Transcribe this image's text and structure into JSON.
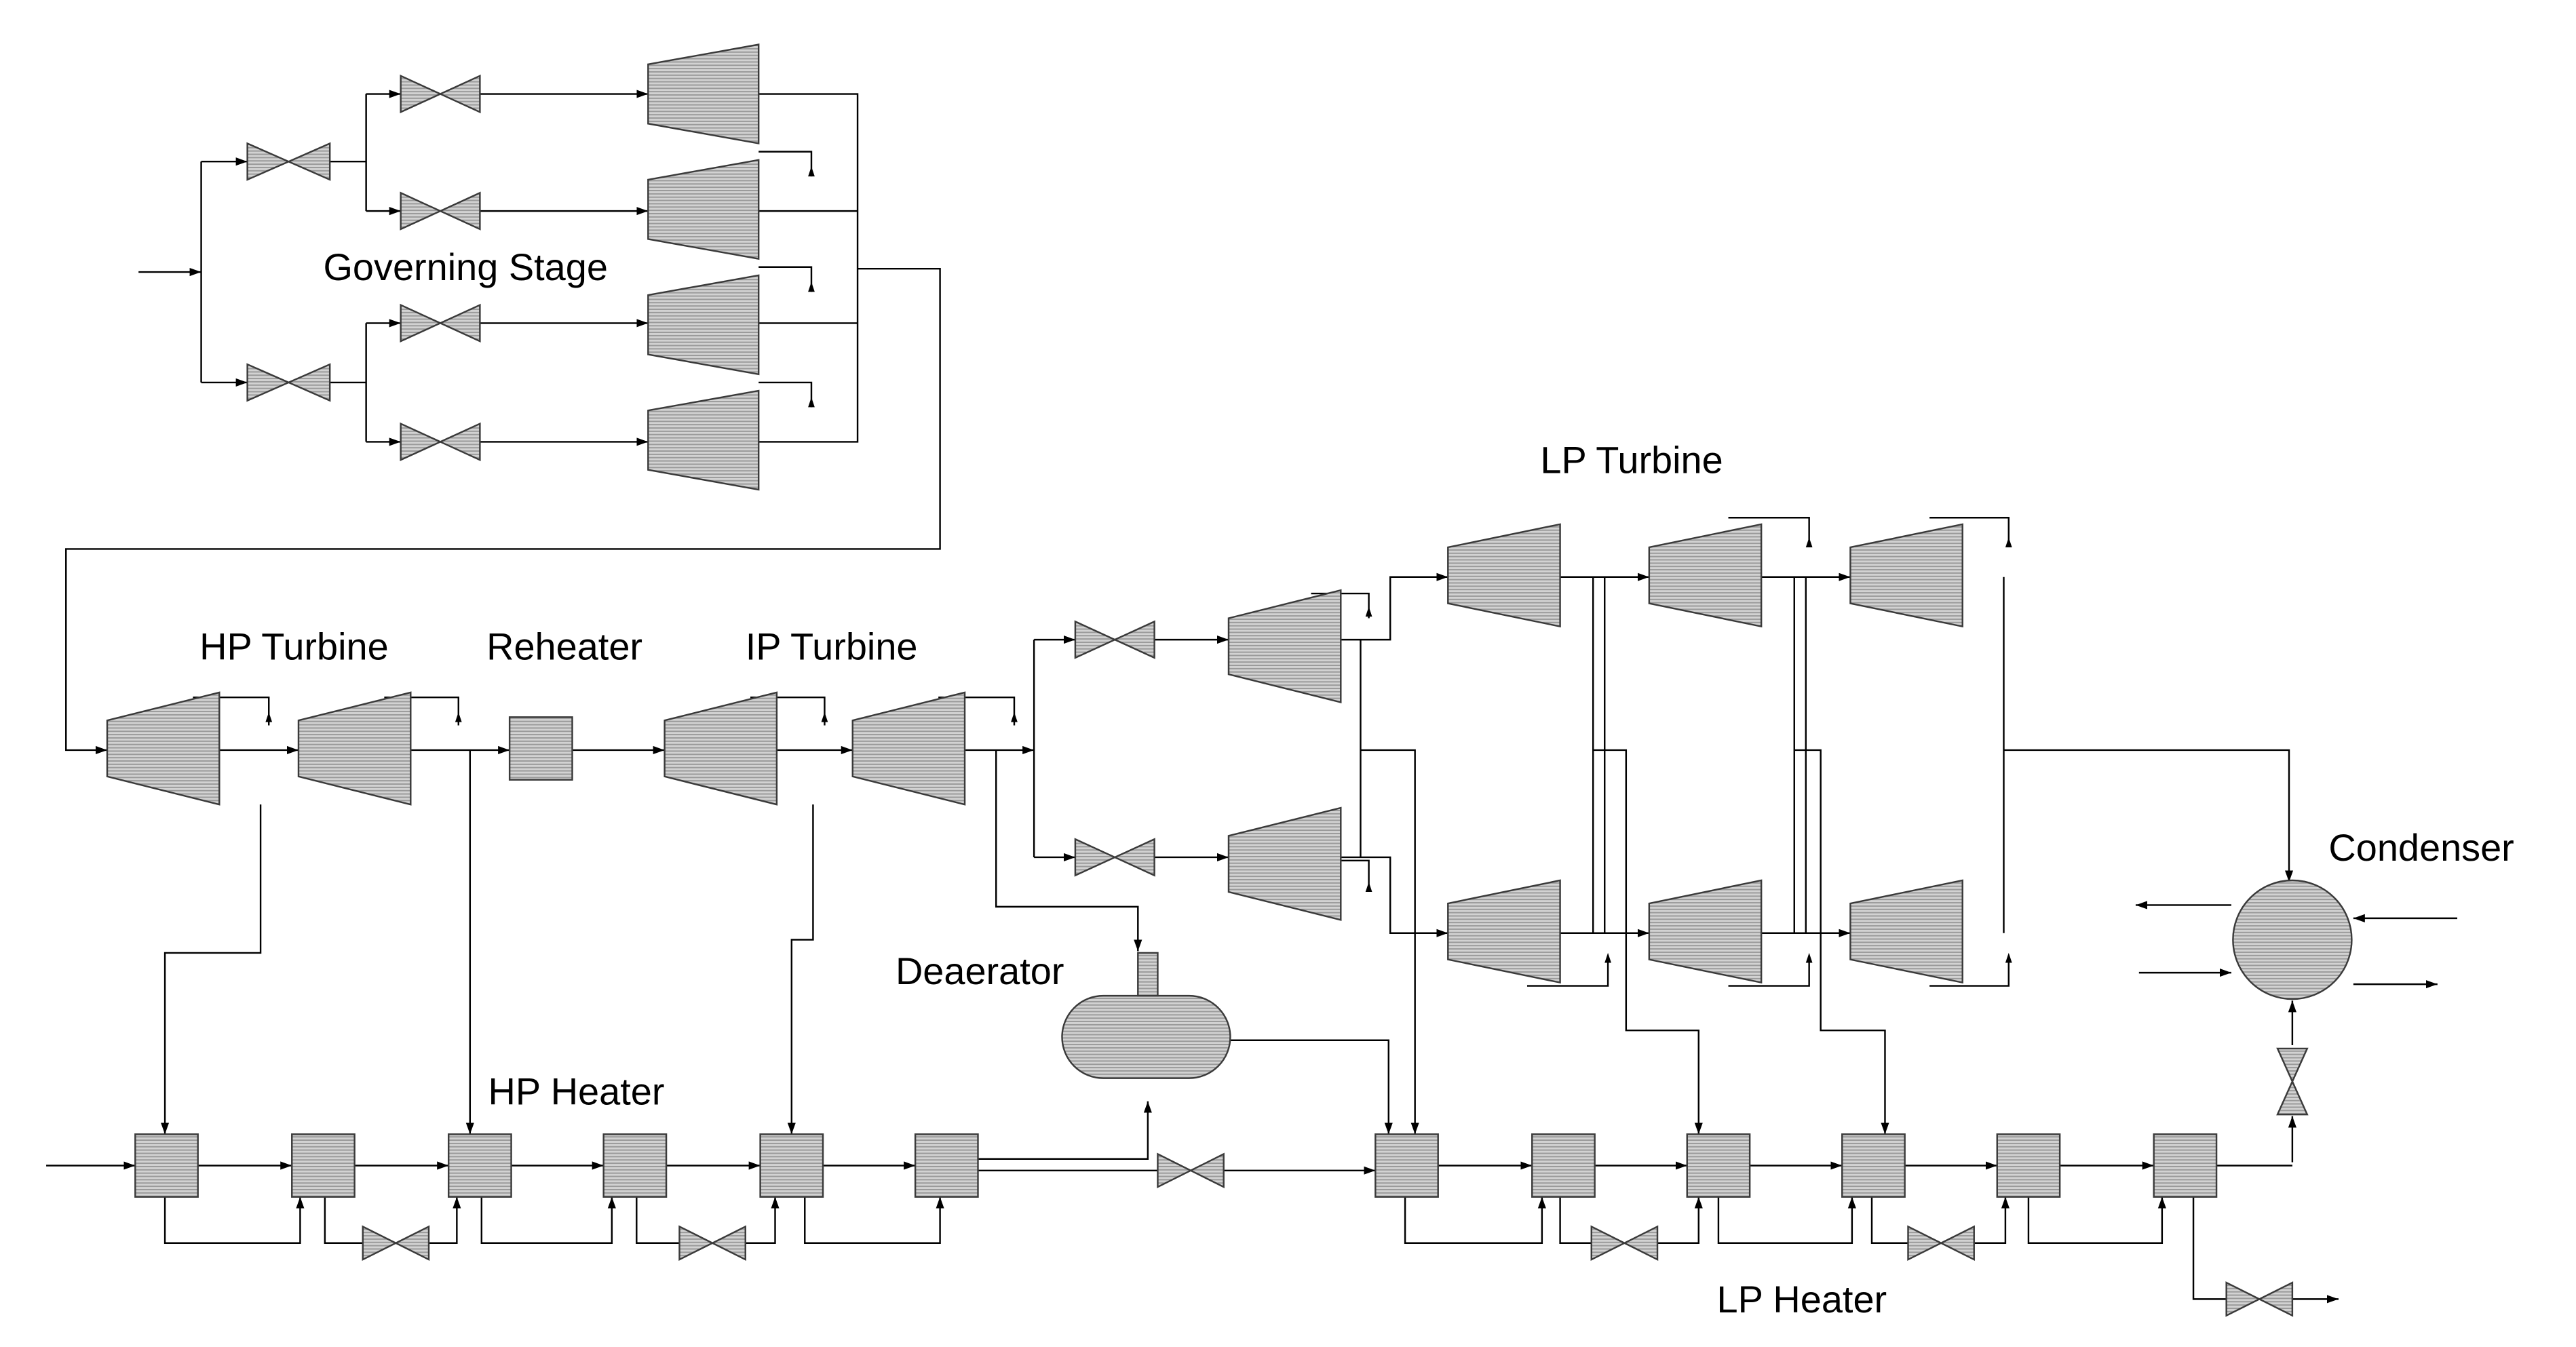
{
  "labels": {
    "governing_stage": "Governing Stage",
    "hp_turbine": "HP Turbine",
    "reheater": "Reheater",
    "ip_turbine": "IP Turbine",
    "lp_turbine": "LP Turbine",
    "condenser": "Condenser",
    "deaerator": "Deaerator",
    "hp_heater": "HP Heater",
    "lp_heater": "LP Heater"
  },
  "colors": {
    "line": "#000000",
    "component_fill": "#c8c8c8",
    "component_stroke": "#3a3a3a",
    "background": "#ffffff"
  }
}
